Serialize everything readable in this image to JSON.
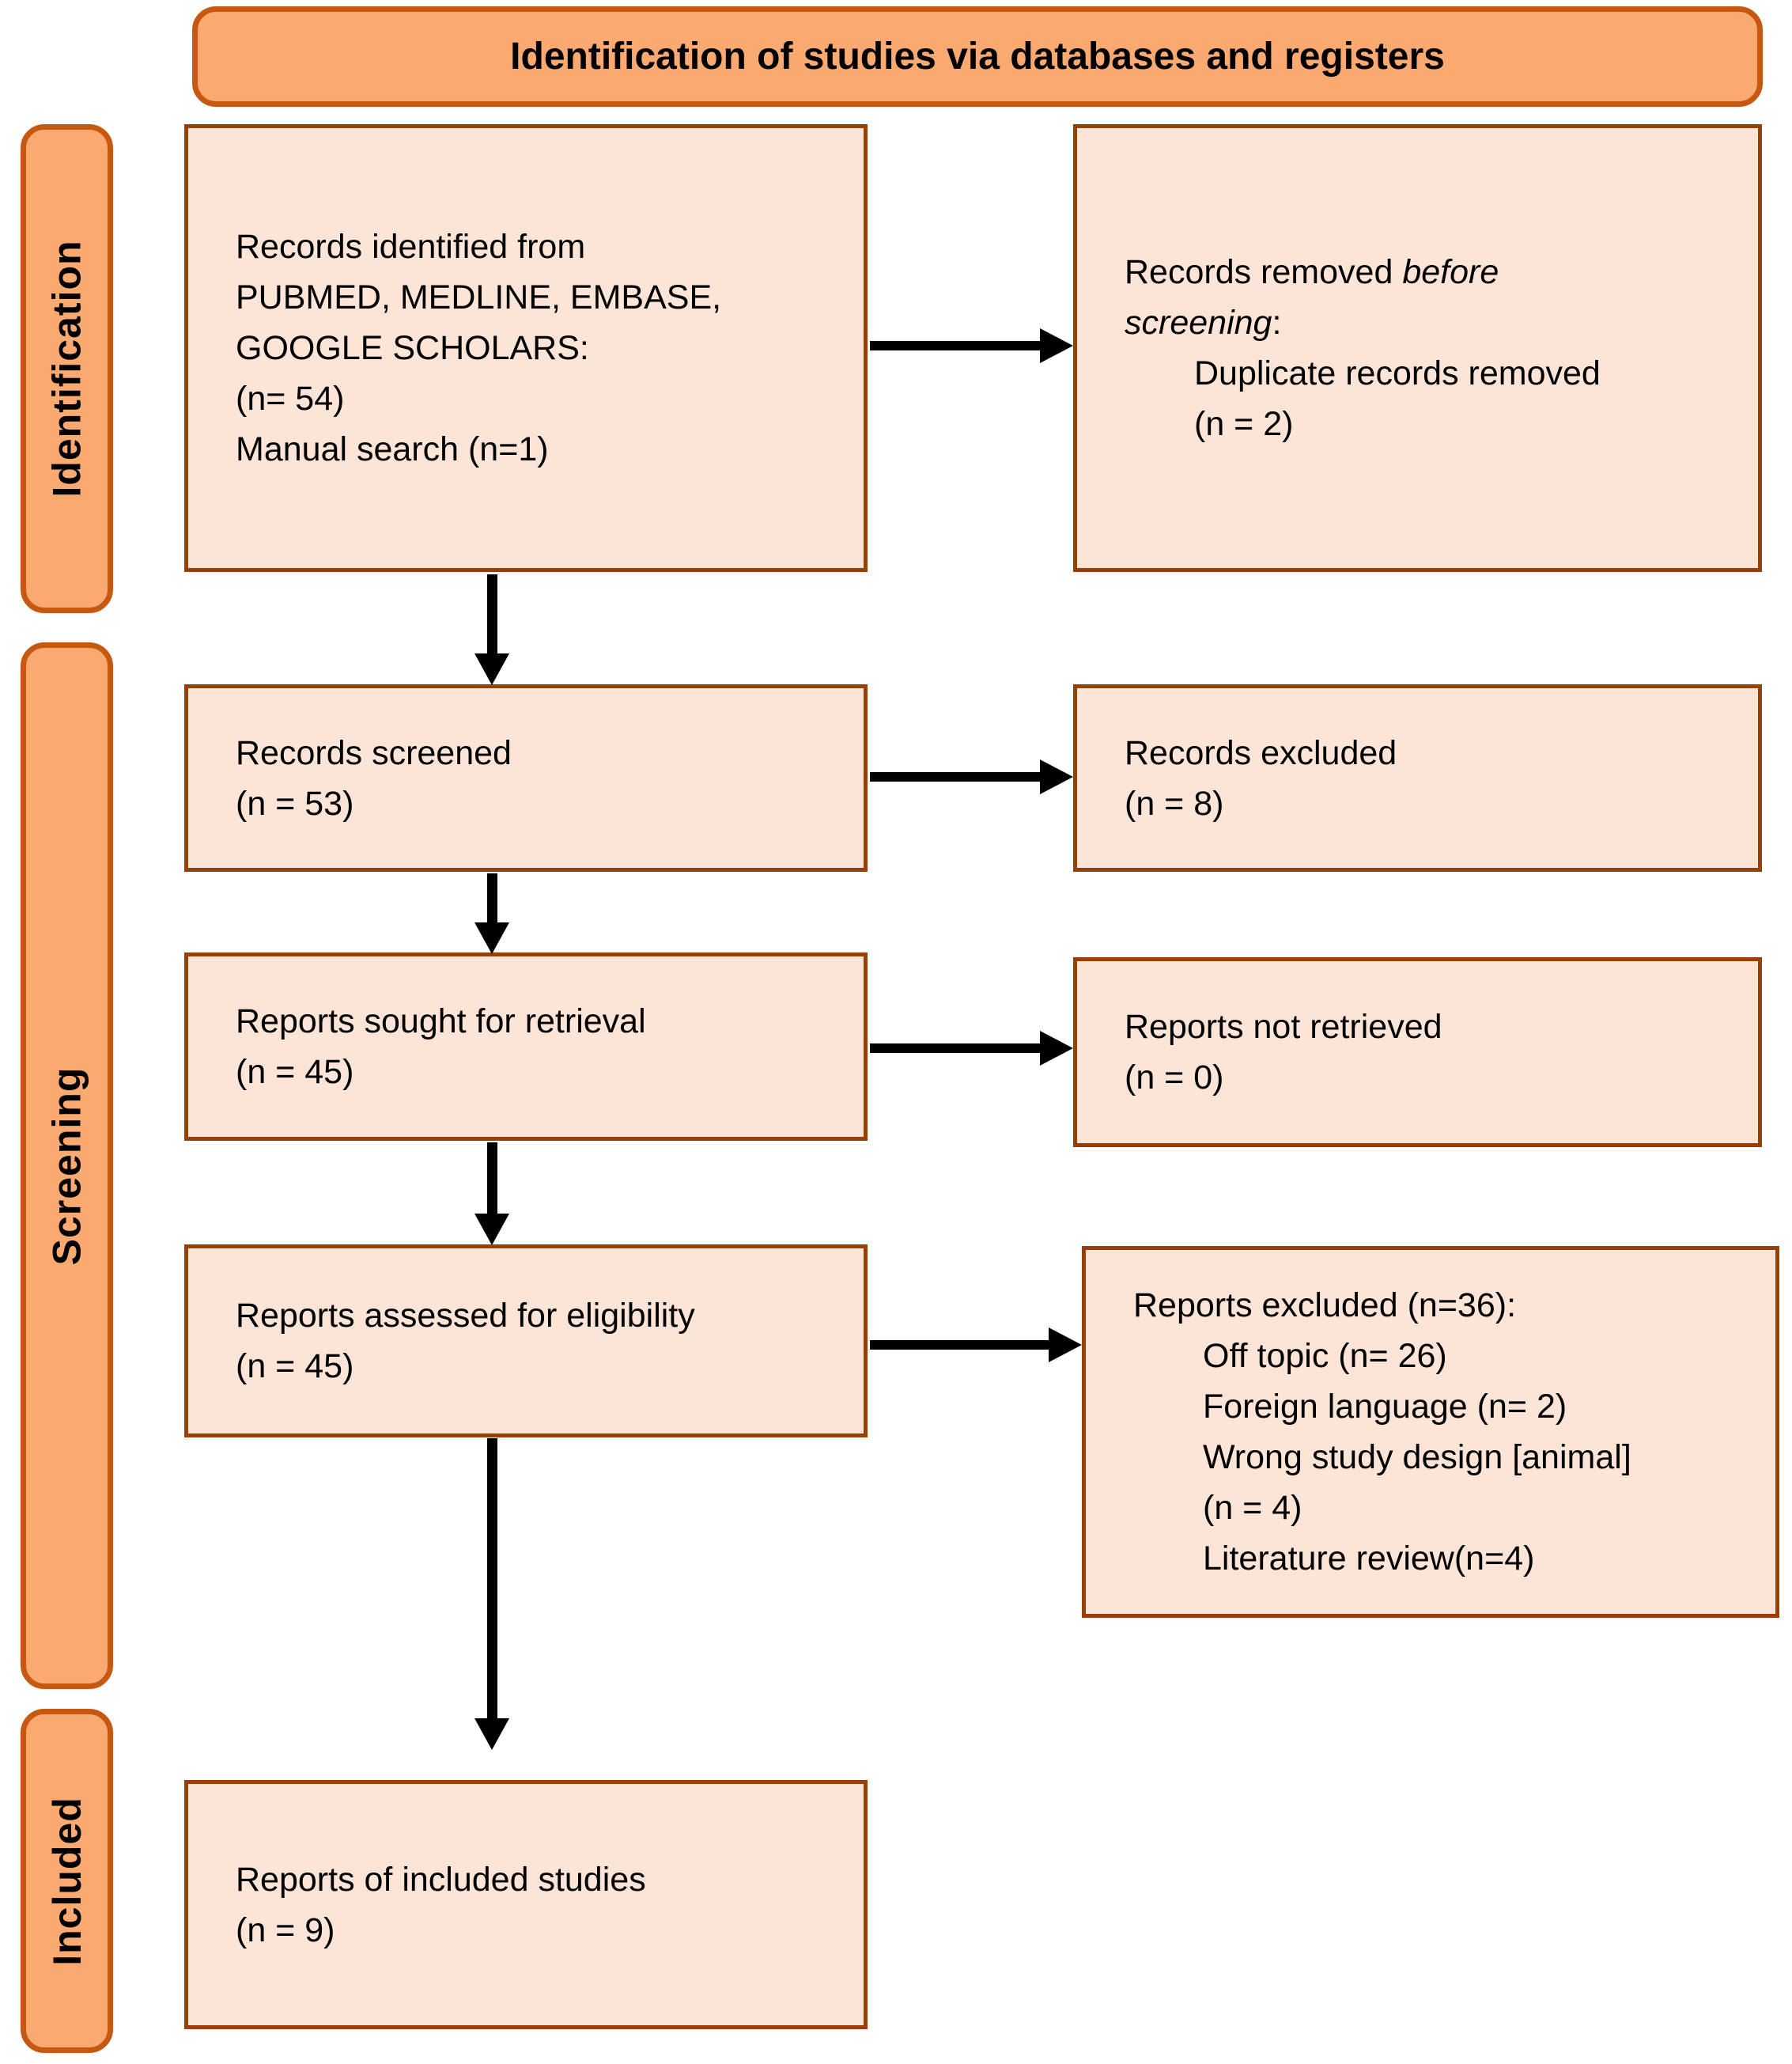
{
  "header": {
    "title": "Identification of studies via databases and registers"
  },
  "side_labels": {
    "identification": "Identification",
    "screening": "Screening",
    "included": "Included"
  },
  "boxes": {
    "identified": {
      "lines": [
        "Records identified from",
        "PUBMED, MEDLINE, EMBASE,",
        "GOOGLE SCHOLARS:",
        "(n= 54)",
        "Manual search (n=1)"
      ]
    },
    "removed": {
      "l1a": "Records removed ",
      "l1b": "before",
      "l2a": "screening",
      "l2b": ":",
      "l3": "Duplicate records removed",
      "l4": "(n = 2)"
    },
    "screened": {
      "lines": [
        "Records screened",
        "(n = 53)"
      ]
    },
    "excluded": {
      "lines": [
        "Records excluded",
        "(n = 8)"
      ]
    },
    "sought": {
      "lines": [
        "Reports sought for retrieval",
        "(n = 45)"
      ]
    },
    "not_retrieved": {
      "lines": [
        "Reports not retrieved",
        "(n = 0)"
      ]
    },
    "assessed": {
      "lines": [
        "Reports assessed for eligibility",
        "(n = 45)"
      ]
    },
    "excluded_detail": {
      "lines": [
        {
          "text": "Reports excluded (n=36):"
        },
        {
          "text": "Off topic (n= 26)",
          "indent": true
        },
        {
          "text": "Foreign language (n= 2)",
          "indent": true
        },
        {
          "text": "Wrong study design [animal]",
          "indent": true
        },
        {
          "text": "(n = 4)",
          "indent": true
        },
        {
          "text": "Literature review(n=4)",
          "indent": true
        }
      ]
    },
    "included_box": {
      "lines": [
        "Reports of included studies",
        "(n = 9)"
      ]
    }
  },
  "colors": {
    "banner_fill": "#FAA970",
    "banner_border": "#C65811",
    "box_fill": "#FCE5D6",
    "box_border": "#96400A",
    "arrow": "#000000",
    "text": "#000000"
  }
}
